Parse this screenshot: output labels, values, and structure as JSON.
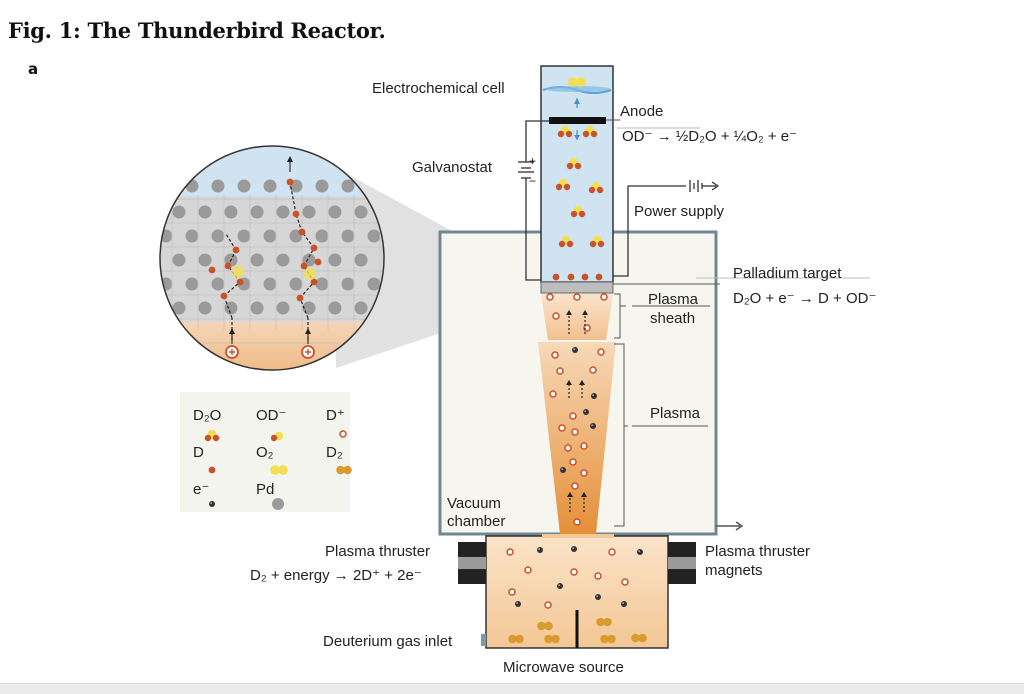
{
  "figure": {
    "title": "Fig. 1: The Thunderbird Reactor.",
    "panel": "a"
  },
  "labels": {
    "electrochemical_cell": "Electrochemical cell",
    "anode": "Anode",
    "anode_reaction": "OD⁻ → ½D₂O + ¼O₂ + e⁻",
    "galvanostat": "Galvanostat",
    "power_supply": "Power supply",
    "palladium_target": "Palladium target",
    "target_reaction": "D₂O + e⁻ → D + OD⁻",
    "plasma_sheath_1": "Plasma",
    "plasma_sheath_2": "sheath",
    "plasma": "Plasma",
    "vacuum_chamber_1": "Vacuum",
    "vacuum_chamber_2": "chamber",
    "plasma_thruster": "Plasma thruster",
    "thruster_reaction": "D₂ + energy → 2D⁺ + 2e⁻",
    "thruster_magnets_1": "Plasma thruster",
    "thruster_magnets_2": "magnets",
    "deuterium_inlet": "Deuterium gas inlet",
    "microwave_source": "Microwave source",
    "galvanostat_plus": "+",
    "galvanostat_minus": "−"
  },
  "legend": {
    "d2o": "D₂O",
    "od": "OD⁻",
    "dplus": "D⁺",
    "d": "D",
    "o2": "O₂",
    "d2": "D₂",
    "e": "e⁻",
    "pd": "Pd"
  },
  "colors": {
    "cell_blue": "#cfe3f1",
    "plasma_orange": "#e9a25a",
    "deuterium_red": "#c9512b",
    "oxygen_yellow": "#f2df4f",
    "d2_gold": "#d99a2f",
    "palladium_grey": "#9a9a9a",
    "chamber_border": "#6f8790"
  }
}
